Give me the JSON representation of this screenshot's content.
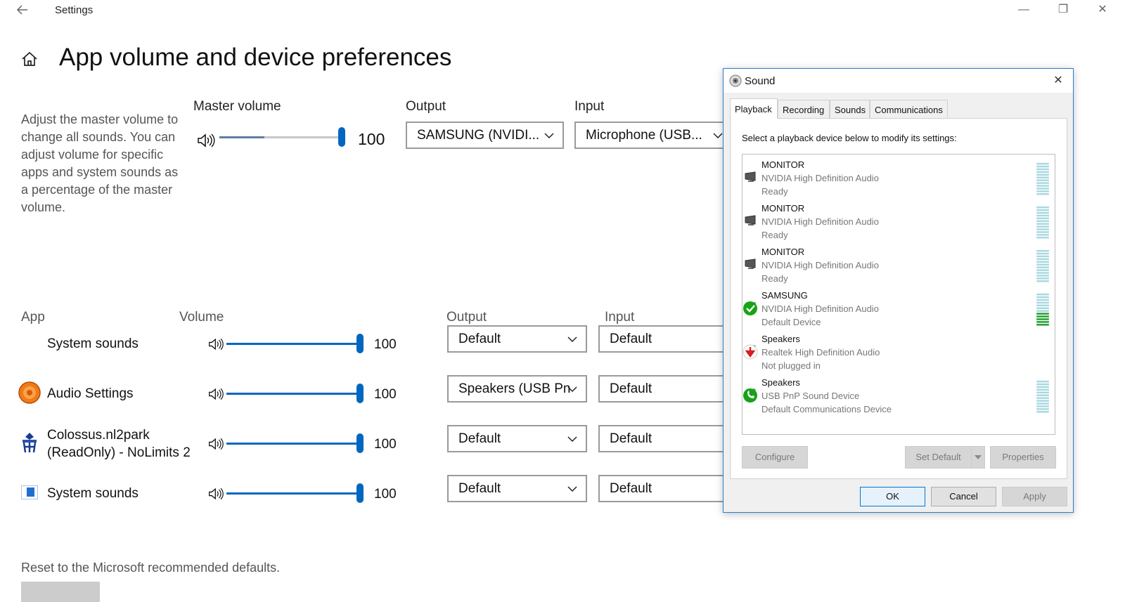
{
  "window": {
    "title": "Settings",
    "min_glyph": "—",
    "restore_glyph": "❐",
    "close_glyph": "✕"
  },
  "page": {
    "title": "App volume and device preferences",
    "description": "Adjust the master volume to change all sounds. You can adjust volume for specific apps and system sounds as a percentage of the master volume."
  },
  "master": {
    "label": "Master volume",
    "value": "100",
    "level": 100,
    "output_label": "Output",
    "output_value": "SAMSUNG (NVIDI...",
    "input_label": "Input",
    "input_value": "Microphone (USB..."
  },
  "apps": {
    "col_app": "App",
    "col_volume": "Volume",
    "col_output": "Output",
    "col_input": "Input",
    "rows": [
      {
        "name": "System sounds",
        "name2": "",
        "volume": "100",
        "level": 100,
        "output": "Default",
        "input": "Default",
        "icon": "none"
      },
      {
        "name": "Audio Settings",
        "name2": "",
        "volume": "100",
        "level": 100,
        "output": "Speakers (USB Pn",
        "input": "Default",
        "icon": "audio-settings-icon"
      },
      {
        "name": "Colossus.nl2park",
        "name2": "(ReadOnly) - NoLimits 2",
        "volume": "100",
        "level": 100,
        "output": "Default",
        "input": "Default",
        "icon": "nolimits-icon"
      },
      {
        "name": "System sounds",
        "name2": "",
        "volume": "100",
        "level": 100,
        "output": "Default",
        "input": "Default",
        "icon": "system-sounds-icon"
      }
    ]
  },
  "reset": {
    "text": "Reset to the Microsoft recommended defaults."
  },
  "dialog": {
    "title": "Sound",
    "close_glyph": "✕",
    "tabs": [
      "Playback",
      "Recording",
      "Sounds",
      "Communications"
    ],
    "prompt": "Select a playback device below to modify its settings:",
    "devices": [
      {
        "name": "MONITOR",
        "driver": "NVIDIA High Definition Audio",
        "status": "Ready",
        "icon": "monitor-icon",
        "badge": "none",
        "meter_level": 0
      },
      {
        "name": "MONITOR",
        "driver": "NVIDIA High Definition Audio",
        "status": "Ready",
        "icon": "monitor-icon",
        "badge": "none",
        "meter_level": 0
      },
      {
        "name": "MONITOR",
        "driver": "NVIDIA High Definition Audio",
        "status": "Ready",
        "icon": "monitor-icon",
        "badge": "none",
        "meter_level": 0
      },
      {
        "name": "SAMSUNG",
        "driver": "NVIDIA High Definition Audio",
        "status": "Default Device",
        "icon": "monitor-icon",
        "badge": "check",
        "meter_level": 0.4
      },
      {
        "name": "Speakers",
        "driver": "Realtek High Definition Audio",
        "status": "Not plugged in",
        "icon": "speaker-icon",
        "badge": "unplugged",
        "meter_level": -1
      },
      {
        "name": "Speakers",
        "driver": "USB PnP Sound Device",
        "status": "Default Communications Device",
        "icon": "speaker-icon",
        "badge": "phone",
        "meter_level": 0
      }
    ],
    "buttons": {
      "configure": "Configure",
      "set_default": "Set Default",
      "properties": "Properties",
      "ok": "OK",
      "cancel": "Cancel",
      "apply": "Apply"
    },
    "colors": {
      "accent": "#0067c0",
      "meter_idle": "#a8d8e0",
      "meter_active": "#1e9e2e",
      "check": "#17a317",
      "unplugged": "#d81e1e"
    }
  }
}
